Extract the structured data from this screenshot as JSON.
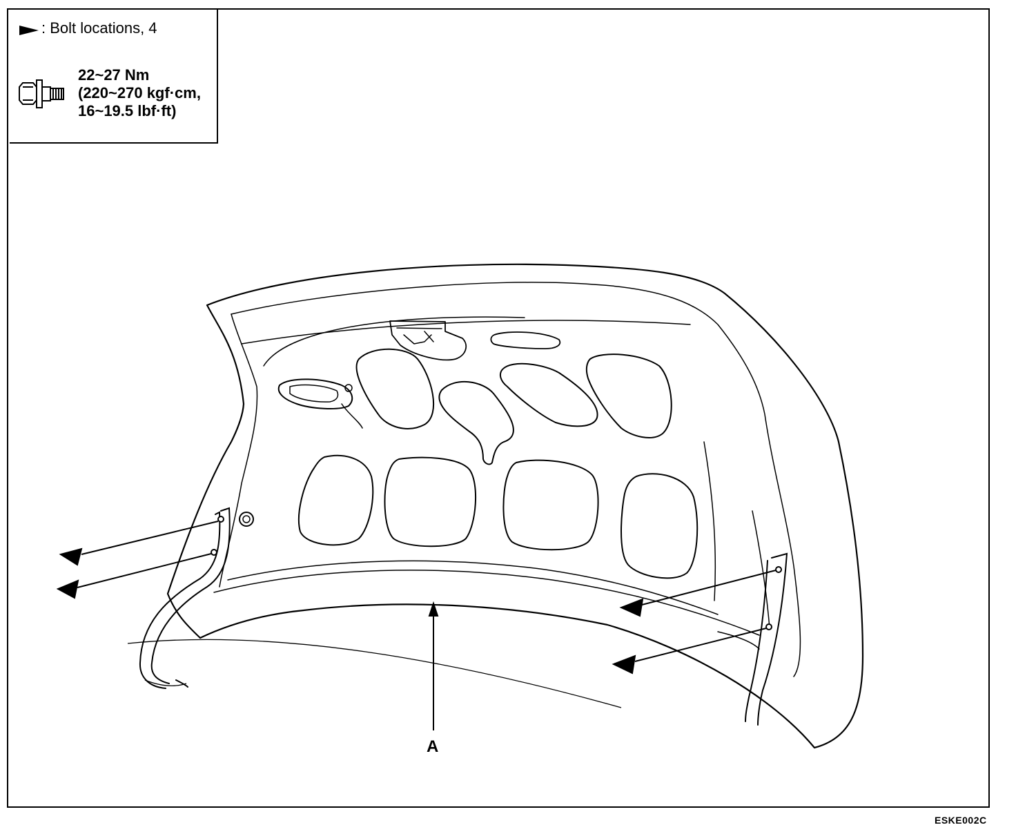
{
  "legend": {
    "bolt_marker_icon": "arrowhead-marker-icon",
    "bolt_label": ": Bolt locations, 4",
    "bolt_icon": "flange-bolt-icon",
    "torque_line_1": "22~27 Nm",
    "torque_line_2": "(220~270 kgf·cm,",
    "torque_line_3": "16~19.5 lbf·ft)"
  },
  "callouts": {
    "part_a": "A"
  },
  "figure_code": "ESKE002C"
}
